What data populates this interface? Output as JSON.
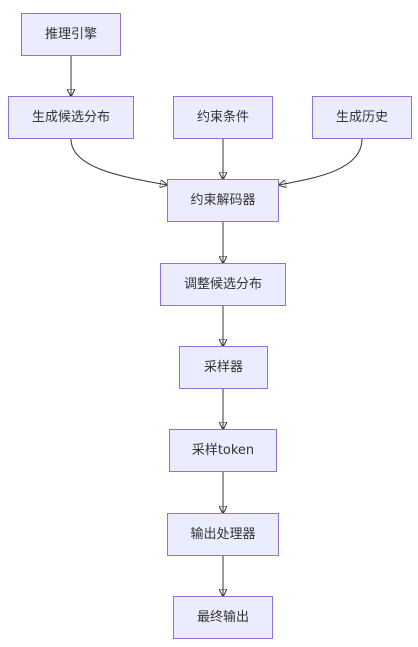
{
  "diagram": {
    "nodes": {
      "inference_engine": "推理引擎",
      "generate_candidates": "生成候选分布",
      "constraints": "约束条件",
      "generation_history": "生成历史",
      "constraint_decoder": "约束解码器",
      "adjust_candidates": "调整候选分布",
      "sampler": "采样器",
      "sample_token": "采样token",
      "output_processor": "输出处理器",
      "final_output": "最终输出"
    },
    "edges": [
      {
        "from": "inference_engine",
        "to": "generate_candidates"
      },
      {
        "from": "generate_candidates",
        "to": "constraint_decoder"
      },
      {
        "from": "constraints",
        "to": "constraint_decoder"
      },
      {
        "from": "generation_history",
        "to": "constraint_decoder"
      },
      {
        "from": "constraint_decoder",
        "to": "adjust_candidates"
      },
      {
        "from": "adjust_candidates",
        "to": "sampler"
      },
      {
        "from": "sampler",
        "to": "sample_token"
      },
      {
        "from": "sample_token",
        "to": "output_processor"
      },
      {
        "from": "output_processor",
        "to": "final_output"
      }
    ],
    "colors": {
      "node_fill": "#ececff",
      "node_border": "#9370db",
      "edge": "#333333",
      "text": "#333333"
    }
  }
}
